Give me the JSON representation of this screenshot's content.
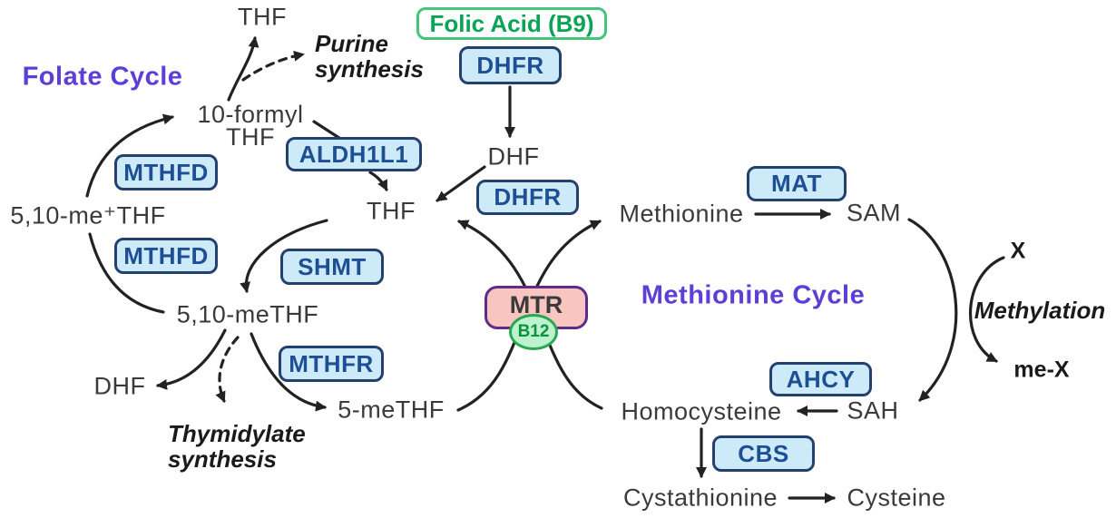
{
  "cycles": {
    "folate": "Folate Cycle",
    "methionine": "Methionine Cycle"
  },
  "vitamin_box": {
    "label": "Folic Acid (B9)"
  },
  "cofactor": {
    "label": "B12"
  },
  "enzymes": {
    "dhfr": "DHFR",
    "mthfd": "MTHFD",
    "aldh1l1": "ALDH1L1",
    "shmt": "SHMT",
    "mthfr": "MTHFR",
    "mtr": "MTR",
    "mat": "MAT",
    "ahcy": "AHCY",
    "cbs": "CBS"
  },
  "metabolites": {
    "thf": "THF",
    "formyl_thf_line1": "10-formyl",
    "formyl_thf_line2": "THF",
    "methenyl_thf": "5,10-me⁺THF",
    "dhf": "DHF",
    "methylene_thf": "5,10-meTHF",
    "methyl_thf": "5-meTHF",
    "methionine": "Methionine",
    "sam": "SAM",
    "homocysteine": "Homocysteine",
    "sah": "SAH",
    "cystathionine": "Cystathionine",
    "cysteine": "Cysteine",
    "substrate_x": "X",
    "methylated_x": "me-X"
  },
  "annotations": {
    "purine_line1": "Purine",
    "purine_line2": "synthesis",
    "thymidylate_line1": "Thymidylate",
    "thymidylate_line2": "synthesis",
    "methylation": "Methylation"
  },
  "colors": {
    "enzyme_fill": "#cdeaf8",
    "enzyme_border": "#24406e",
    "enzyme_text": "#1e4e93",
    "vitamin_text": "#0aa457",
    "vitamin_border": "#46c47e",
    "mtr_fill": "#f8c5c0",
    "mtr_border": "#5e2c8a",
    "b12_fill": "#bdf2cf",
    "b12_border": "#2aa850",
    "b12_text": "#0c9140",
    "cycle_title_text": "#5b3fd6",
    "arrow": "#222222",
    "metabolite_text": "#3a3a3a"
  }
}
